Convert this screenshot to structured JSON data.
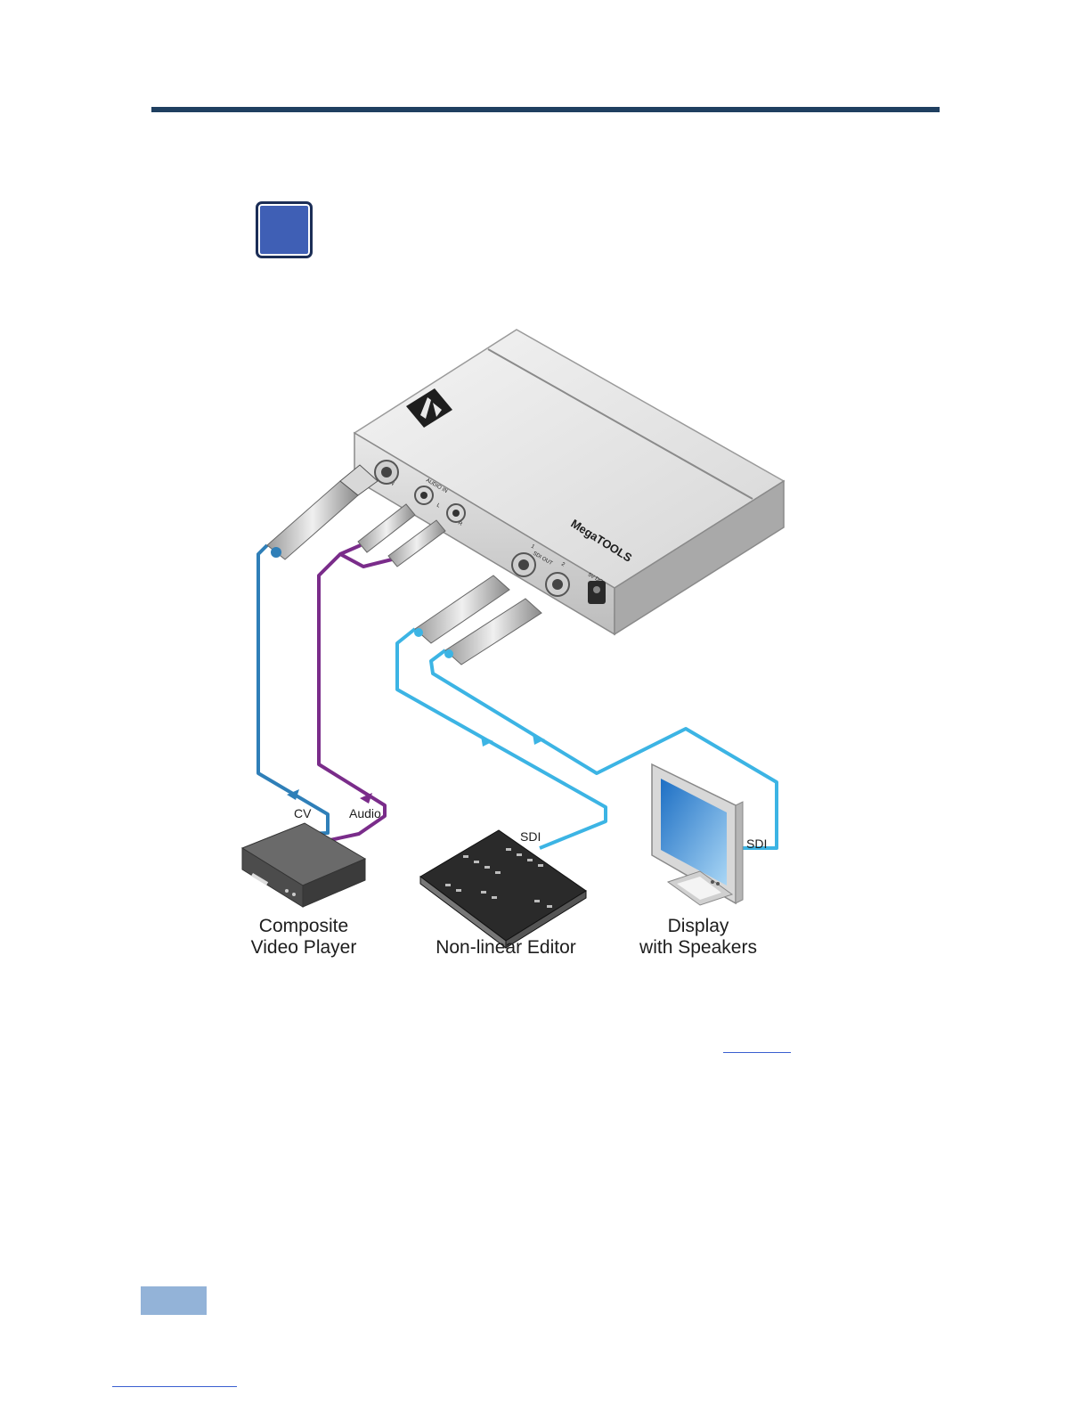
{
  "device": {
    "brand_label": "MegaTOOLS",
    "rear_labels": {
      "cv_in": "IN",
      "audio_in": "AUDIO IN",
      "audio_left": "L",
      "audio_right": "R",
      "sdi_out": "SDI OUT",
      "sdi_out_1": "1",
      "sdi_out_2": "2",
      "power": "5V DC"
    }
  },
  "cable_labels": {
    "cv": "CV",
    "audio": "Audio",
    "sdi_editor": "SDI",
    "sdi_display": "SDI"
  },
  "devices": {
    "player": {
      "line1": "Composite",
      "line2": "Video Player"
    },
    "editor": {
      "line1": "Non-linear Editor"
    },
    "display": {
      "line1": "Display",
      "line2": "with Speakers"
    }
  },
  "colors": {
    "rule": "#1f3f60",
    "badge": "#3f5fb5",
    "cv_cable": "#2f7fb8",
    "audio_cable": "#7a2c8a",
    "sdi_cable": "#3cb4e4",
    "page_tab": "#93b3d8"
  }
}
